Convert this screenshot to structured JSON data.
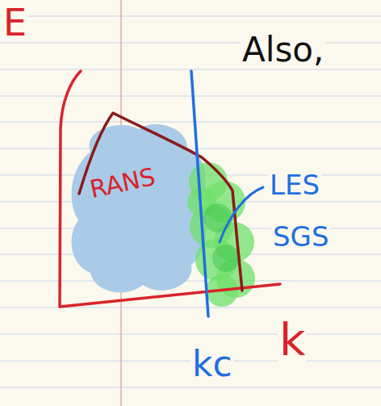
{
  "diagram": {
    "nodes": [
      {
        "text": [
          "RANS"
        ]
      }
    ],
    "labels": [
      "E",
      "Also,",
      "LES",
      "SGS",
      "k",
      "kc"
    ]
  }
}
